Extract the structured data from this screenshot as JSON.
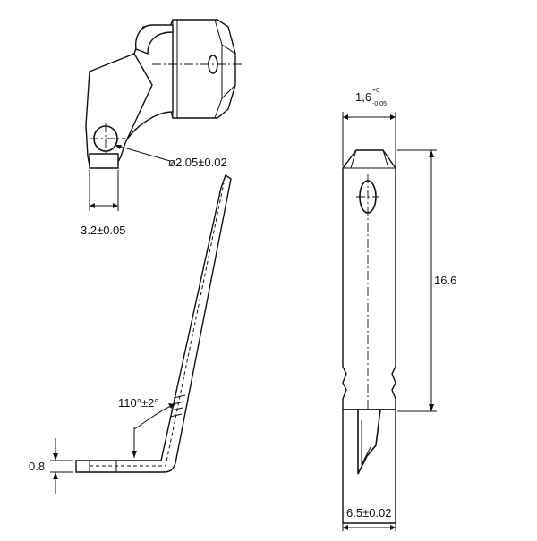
{
  "drawing": {
    "dimensions": {
      "hole_diameter": "ø2.05±0.02",
      "tab_width": "3.2±0.05",
      "bend_angle": "110°±2°",
      "sheet_thickness": "0.8",
      "thickness_main": "1,6",
      "thickness_upper_tol": "+0",
      "thickness_lower_tol": "-0.05",
      "length": "16.6",
      "blade_width": "6.5±0.02"
    }
  }
}
